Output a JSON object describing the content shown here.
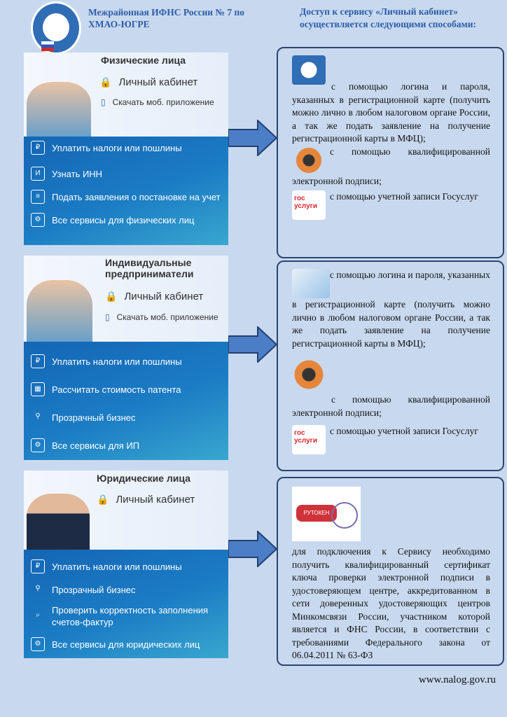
{
  "header": {
    "org": "Межрайонная ИФНС России № 7 по ХМАО-ЮГРЕ",
    "access_title": "Доступ к сервису «Личный кабинет» осуществляется следующими способами:"
  },
  "sections": [
    {
      "title": "Физические лица",
      "cabinet": "Личный кабинет",
      "app": "Скачать моб. приложение",
      "items": [
        "Уплатить налоги или пошлины",
        "Узнать ИНН",
        "Подать заявления о постановке на учет",
        "Все сервисы для физических лиц"
      ],
      "methods": [
        "с помощью логина и пароля, указанных в регистрационной карте (получить можно лично в любом налоговом органе России, а так же подать заявление на получение регистрационной карты в МФЦ);",
        "с помощью квалифицированной электронной подписи;",
        "с помощью учетной записи Госуслуг"
      ]
    },
    {
      "title": "Индивидуальные предприниматели",
      "cabinet": "Личный кабинет",
      "app": "Скачать моб. приложение",
      "items": [
        "Уплатить налоги или пошлины",
        "Рассчитать стоимость патента",
        "Прозрачный бизнес",
        "Все сервисы для ИП"
      ],
      "methods": [
        "с помощью логина и пароля, указанных в регистрационной карте (получить можно лично в любом налоговом органе России, а так же подать заявление на получение регистрационной карты в МФЦ);",
        "с помощью квалифицированной электронной подписи;",
        "с помощью учетной записи Госуслуг"
      ]
    },
    {
      "title": "Юридические лица",
      "cabinet": "Личный кабинет",
      "items": [
        "Уплатить налоги или пошлины",
        "Прозрачный бизнес",
        "Проверить корректность заполнения счетов-фактур",
        "Все сервисы для юридических лиц"
      ],
      "methods": [
        "для подключения к Сервису необходимо получить квалифицированный сертификат ключа проверки электронной подписи в удостоверяющем центре, аккредитованном в сети доверенных удостоверяющих центров Минкомсвязи России, участником которой является и ФНС России, в соответствии с требованиями Федерального закона от 06.04.2011 № 63-ФЗ"
      ]
    }
  ],
  "gosuslugi_logo": {
    "top": "гос",
    "bottom": "услуги"
  },
  "rutoken_label": "РУТОКЕН",
  "footer": "www.nalog.gov.ru"
}
